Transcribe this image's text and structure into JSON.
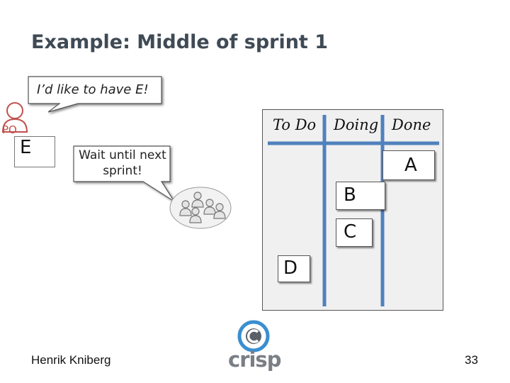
{
  "slide": {
    "title": "Example: Middle of sprint 1",
    "author": "Henrik Kniberg",
    "page_number": "33"
  },
  "product_owner": {
    "role_label": "PO",
    "icon": "person-icon",
    "speech": "I’d like to have E!",
    "requested_item": "E"
  },
  "team": {
    "icon": "team-group-icon",
    "speech": "Wait until next sprint!"
  },
  "taskboard": {
    "columns": [
      "To Do",
      "Doing",
      "Done"
    ],
    "notes": {
      "A": {
        "label": "A",
        "column": "Done"
      },
      "B": {
        "label": "B",
        "column": "Doing"
      },
      "C": {
        "label": "C",
        "column": "Doing"
      },
      "D": {
        "label": "D",
        "column": "To Do"
      }
    }
  },
  "logo": {
    "text": "crisp",
    "colors": {
      "text": "#7a7f86",
      "ring": "#3a8fd0",
      "dark": "#5a6068"
    }
  }
}
